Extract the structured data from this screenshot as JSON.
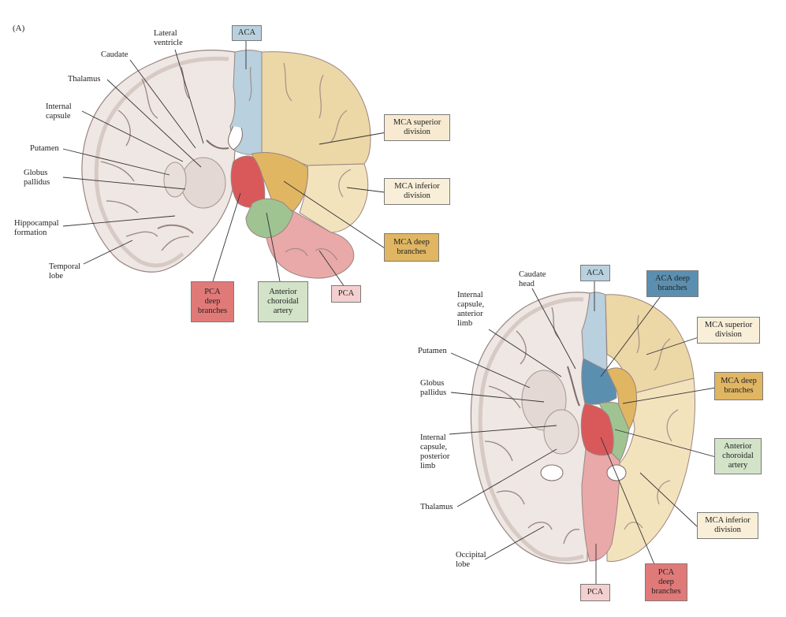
{
  "figure": {
    "panel_label": "(A)",
    "colors": {
      "aca": "#b9d0de",
      "aca_deep": "#5b8fb0",
      "mca_superior": "#ecd7a6",
      "mca_inferior": "#f3e3bd",
      "mca_deep": "#e0b662",
      "pca": "#e9a9a8",
      "pca_deep": "#d9595b",
      "anterior_choroidal": "#9fc492",
      "tissue": "#eee7e4",
      "tissue_dark": "#cdbdb7",
      "outline": "#9a8580"
    },
    "coronal": {
      "left_labels": {
        "lateral_ventricle": "Lateral\nventricle",
        "caudate": "Caudate",
        "thalamus": "Thalamus",
        "internal_capsule": "Internal\ncapsule",
        "putamen": "Putamen",
        "globus_pallidus": "Globus\npallidus",
        "hippocampal_formation": "Hippocampal\nformation",
        "temporal_lobe": "Temporal\nlobe"
      },
      "territory_boxes": {
        "aca": "ACA",
        "mca_superior": "MCA superior\ndivision",
        "mca_inferior": "MCA inferior\ndivision",
        "mca_deep": "MCA deep\nbranches",
        "pca": "PCA",
        "anterior_choroidal": "Anterior\nchoroidal\nartery",
        "pca_deep": "PCA\ndeep\nbranches"
      }
    },
    "axial": {
      "left_labels": {
        "caudate_head": "Caudate\nhead",
        "internal_capsule_anterior": "Internal\ncapsule,\nanterior\nlimb",
        "putamen": "Putamen",
        "globus_pallidus": "Globus\npallidus",
        "internal_capsule_posterior": "Internal\ncapsule,\nposterior\nlimb",
        "thalamus": "Thalamus",
        "occipital_lobe": "Occipital\nlobe"
      },
      "territory_boxes": {
        "aca": "ACA",
        "aca_deep": "ACA deep\nbranches",
        "mca_superior": "MCA superior\ndivision",
        "mca_deep": "MCA deep\nbranches",
        "anterior_choroidal": "Anterior\nchoroidal\nartery",
        "mca_inferior": "MCA inferior\ndivision",
        "pca_deep": "PCA\ndeep\nbranches",
        "pca": "PCA"
      }
    }
  }
}
